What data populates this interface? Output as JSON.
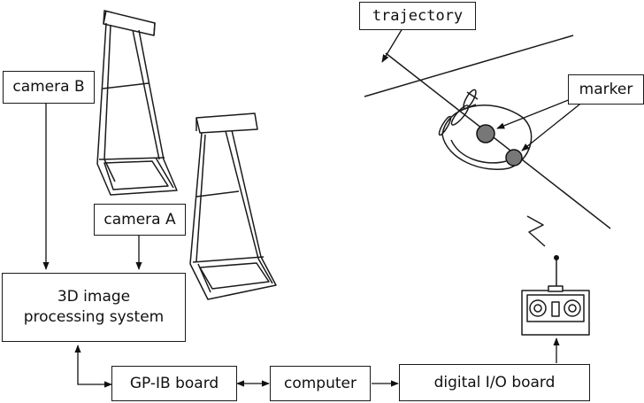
{
  "labels": {
    "camera_b": "camera B",
    "camera_a": "camera A",
    "processing_line1": "3D image",
    "processing_line2": "processing system",
    "gpib_board": "GP-IB board",
    "computer": "computer",
    "digital_io_board": "digital I/O board",
    "trajectory": "trajectory",
    "marker": "marker"
  }
}
